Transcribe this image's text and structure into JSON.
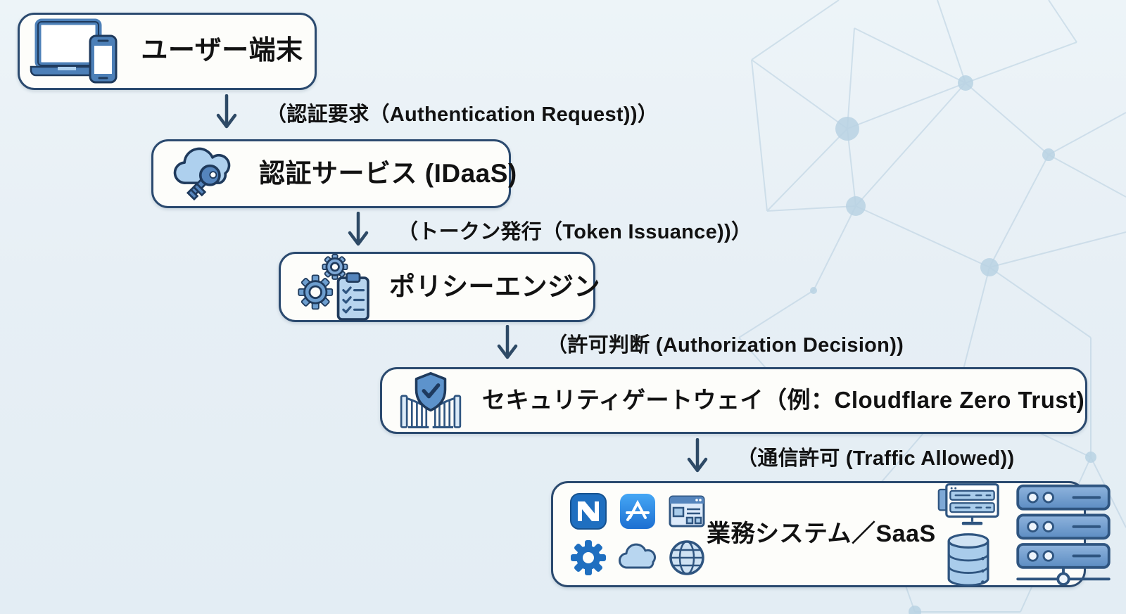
{
  "nodes": [
    {
      "label": "ユーザー端末",
      "icon": "laptop-phone-icon"
    },
    {
      "label": "認証サービス (IDaaS)",
      "icon": "cloud-key-icon"
    },
    {
      "label": "ポリシーエンジン",
      "icon": "gears-clipboard-icon"
    },
    {
      "label": "セキュリティゲートウェイ（例：Cloudflare Zero Trust)",
      "icon": "shield-gate-icon"
    },
    {
      "label": "業務システム／SaaS",
      "icons": [
        "news-app-icon",
        "app-store-icon",
        "browser-window-icon",
        "gear-icon",
        "cloud-icon",
        "globe-icon",
        "monitor-server-icon",
        "database-icon",
        "server-rack-icon"
      ]
    }
  ],
  "edges": [
    {
      "from": "user-device",
      "to": "idaas-service",
      "label": "（認証要求（Authentication Request))）"
    },
    {
      "from": "idaas-service",
      "to": "policy-engine",
      "label": "（トークン発行（Token Issuance))）"
    },
    {
      "from": "policy-engine",
      "to": "security-gateway",
      "label": "（許可判断 (Authorization Decision))"
    },
    {
      "from": "security-gateway",
      "to": "business-systems",
      "label": "（通信許可 (Traffic Allowed))"
    }
  ],
  "colors": {
    "background": "#e8f0f6",
    "box_fill": "#fdfdfa",
    "box_border": "#2b4a6f",
    "arrow": "#2e4a66",
    "text": "#121212",
    "icon_blue": "#4d80b8",
    "icon_light_blue": "#aed0ee",
    "mesh": "#bcd3e2"
  }
}
